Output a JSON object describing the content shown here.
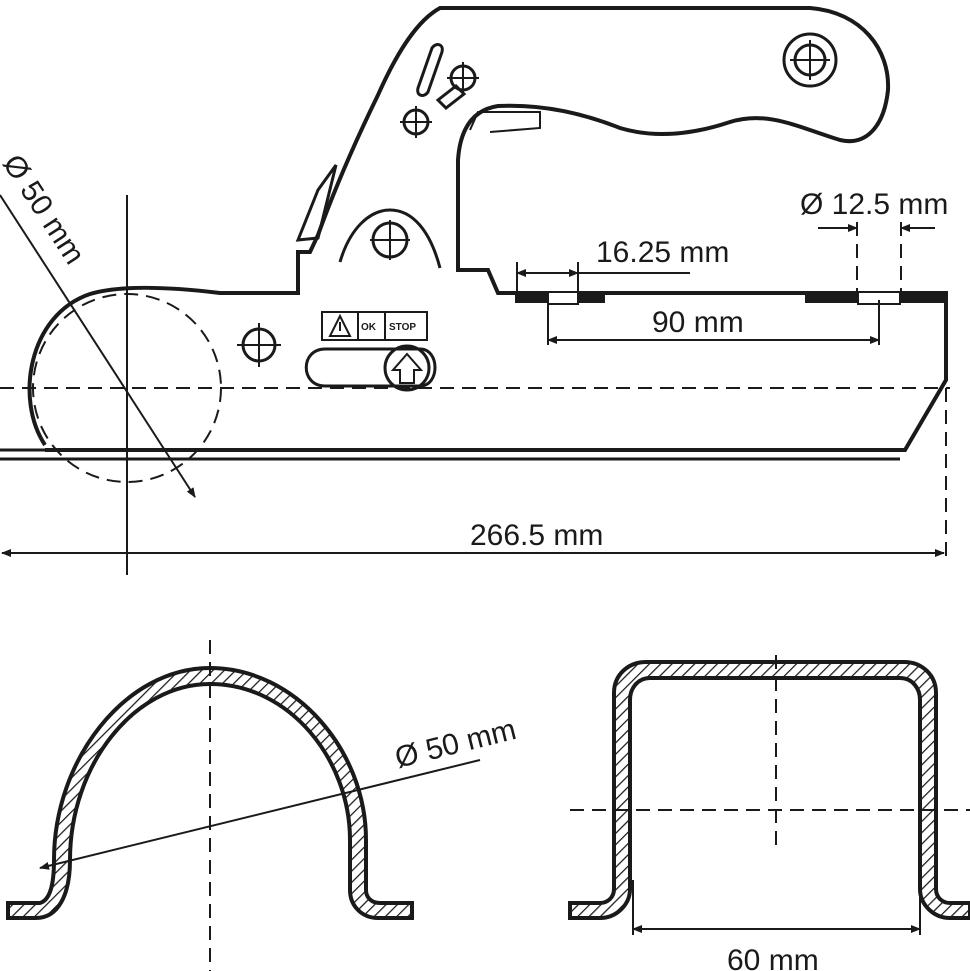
{
  "dimensions": {
    "ball_diameter": "Ø 50 mm",
    "hole_diameter": "Ø 12.5 mm",
    "hole_offset": "16.25 mm",
    "hole_spacing": "90 mm",
    "overall_length": "266.5 mm",
    "section_round_diameter": "Ø 50 mm",
    "section_square_width": "60 mm"
  },
  "warning_label": {
    "ok": "OK",
    "stop": "STOP"
  }
}
